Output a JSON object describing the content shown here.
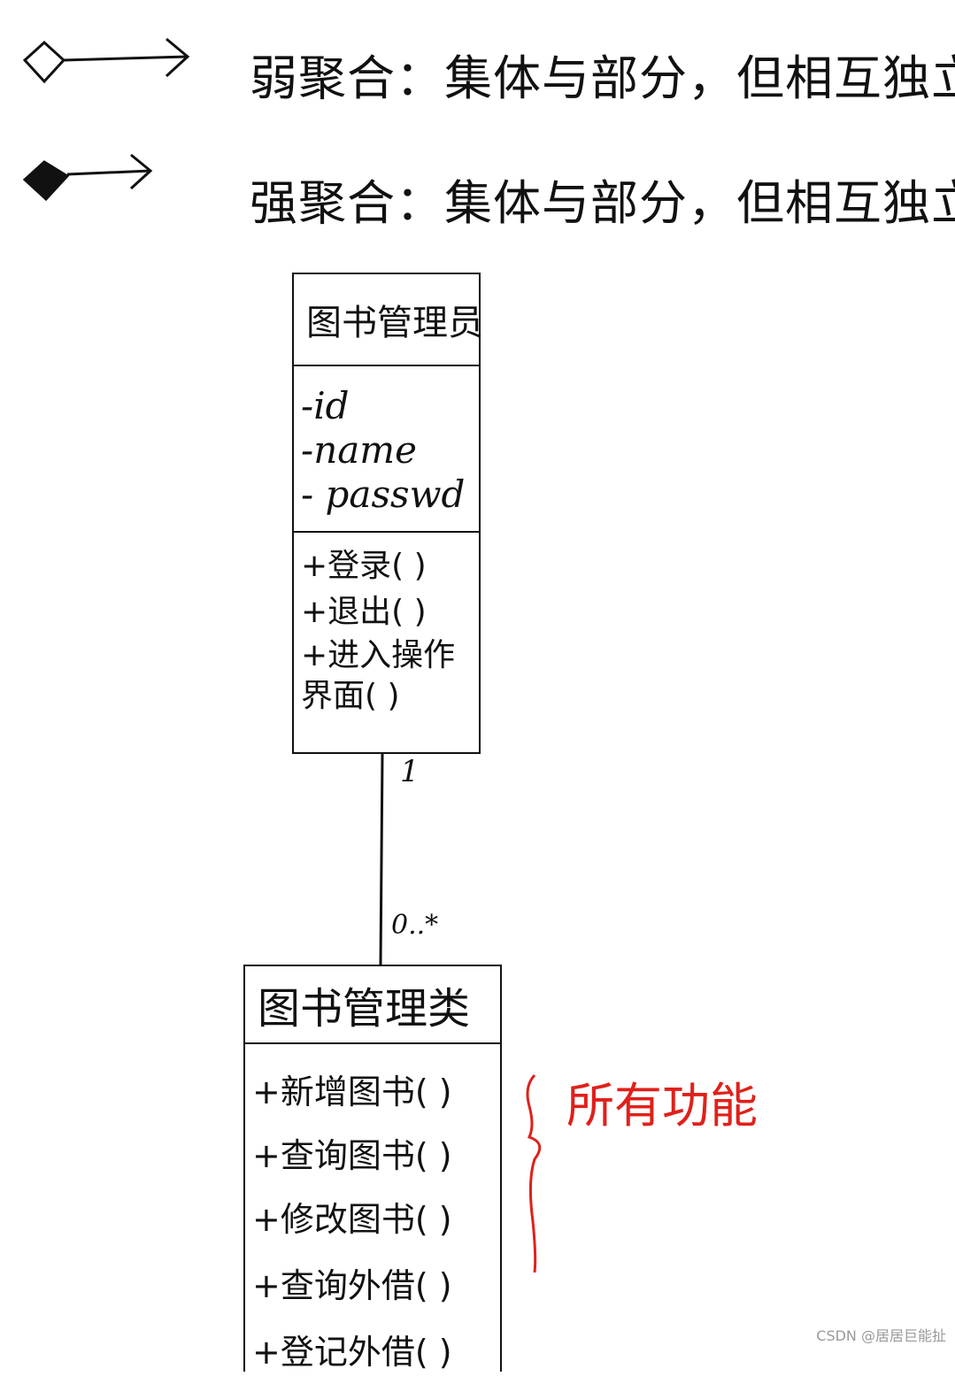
{
  "legend": [
    {
      "text": "弱聚合：集体与部分，但相互独立",
      "symbol": "hollow-diamond-arrow-icon",
      "fill": "#ffffff"
    },
    {
      "text": "强聚合：集体与部分，但相互独立",
      "symbol": "filled-diamond-arrow-icon",
      "fill": "#111111"
    }
  ],
  "class_admin": {
    "name": "图书管理员",
    "attributes": [
      "-id",
      "-name",
      "- passwd"
    ],
    "operations": [
      "+登录( )",
      "+退出( )",
      "+进入操作界面( )"
    ]
  },
  "association": {
    "end_top": "1",
    "end_bottom": "0..*"
  },
  "class_manager": {
    "name": "图书管理类",
    "operations": [
      "+新增图书( )",
      "+查询图书( )",
      "+修改图书( )",
      "+查询外借( )",
      "+登记外借( )"
    ]
  },
  "annotation": {
    "text": "所有功能",
    "color": "#e0201b"
  },
  "watermark": "CSDN @居居巨能扯",
  "colors": {
    "ink": "#111111",
    "annotation": "#e0201b"
  }
}
